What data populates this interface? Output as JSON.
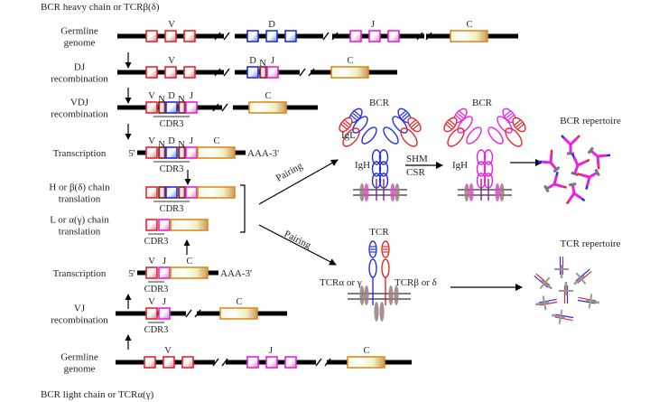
{
  "colors": {
    "V": "#e8262b",
    "D": "#2330e0",
    "J": "#ec1fdf",
    "N": "#8a1a1a",
    "C": "#e08a1e",
    "dna": "#000000",
    "igl": "#e8262b",
    "igh_naive": "#2330e0",
    "igh_mature": "#ec1fdf",
    "tcr_alpha": "#2330e0",
    "tcr_beta": "#e8262b",
    "cd_molecule": "#9b7b7b",
    "cd_pink": "#d44fc4"
  },
  "titles": {
    "heavy": "BCR heavy chain or TCRβ(δ)",
    "light": "BCR light chain or TCRα(γ)"
  },
  "heavy_rows": [
    {
      "id": "germline",
      "label": [
        "Germline",
        "genome"
      ]
    },
    {
      "id": "dj",
      "label": [
        "DJ",
        "recombination"
      ]
    },
    {
      "id": "vdj",
      "label": [
        "VDJ",
        "recombination"
      ]
    },
    {
      "id": "transcription",
      "label": [
        "Transcription"
      ]
    },
    {
      "id": "translation",
      "label": [
        "H or β(δ) chain",
        "translation"
      ]
    }
  ],
  "light_rows": [
    {
      "id": "translation",
      "label": [
        "L or α(γ) chain",
        "translation"
      ]
    },
    {
      "id": "transcription",
      "label": [
        "Transcription"
      ]
    },
    {
      "id": "vj",
      "label": [
        "VJ",
        "recombination"
      ]
    },
    {
      "id": "germline",
      "label": [
        "Germline",
        "genome"
      ]
    }
  ],
  "segments": {
    "V": "V",
    "D": "D",
    "J": "J",
    "C": "C",
    "N": "N",
    "cdr3": "CDR3",
    "five_prime": "5'",
    "poly_a": "AAA-3'"
  },
  "arrows": {
    "pairing_top": "Pairing",
    "pairing_bottom": "Pairing",
    "shm": "SHM",
    "csr": "CSR"
  },
  "receptors": {
    "bcr_naive": {
      "title": "BCR",
      "igl": "IgL",
      "igh": "IgH"
    },
    "bcr_mature": {
      "title": "BCR",
      "igh": "IgH"
    },
    "tcr": {
      "title": "TCR",
      "alpha": "TCRα or γ",
      "beta": "TCRβ or δ"
    }
  },
  "repertoires": {
    "bcr": "BCR repertoire",
    "tcr": "TCR repertoire"
  }
}
